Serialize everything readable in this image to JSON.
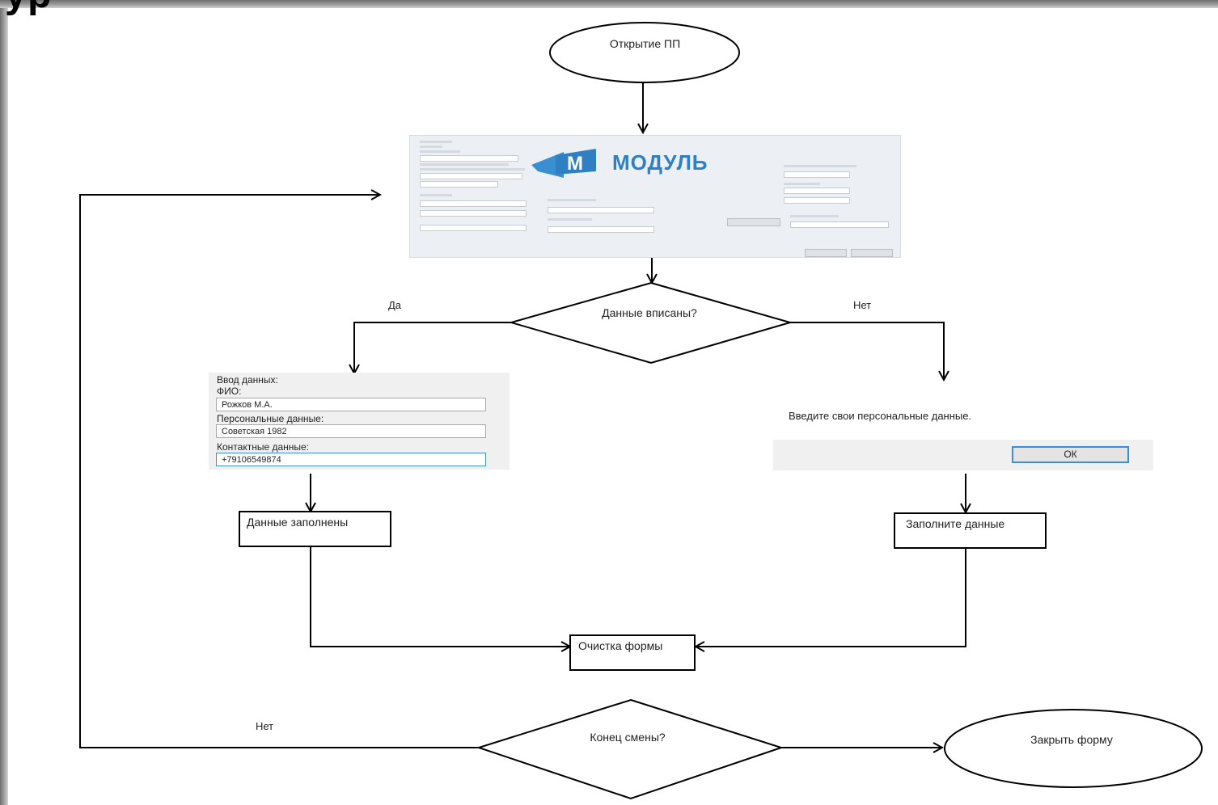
{
  "page_heading_fragment": "ур",
  "flowchart": {
    "start": "Открытие ПП",
    "decision_data_entered": "Данные вписаны?",
    "label_yes": "Да",
    "label_no_right": "Нет",
    "process_data_filled": "Данные заполнены",
    "process_fill_data": "Заполните данные",
    "process_clear_form": "Очистка формы",
    "decision_end_shift": "Конец смены?",
    "label_no_loop": "Нет",
    "end": "Закрыть форму"
  },
  "module_app": {
    "brand_letter": "М",
    "brand_name": "МОДУЛЬ",
    "logo_color": "#2f7fc2"
  },
  "entry_form": {
    "heading": "Ввод данных:",
    "fio_label": "ФИО:",
    "fio_value": "Рожков М.А.",
    "personal_label": "Персональные данные:",
    "personal_value": "Советская 1982",
    "contact_label": "Контактные данные:",
    "contact_value": "+79106549874"
  },
  "message_box": {
    "text": "Введите свои персональные данные.",
    "ok_label": "ОК"
  }
}
